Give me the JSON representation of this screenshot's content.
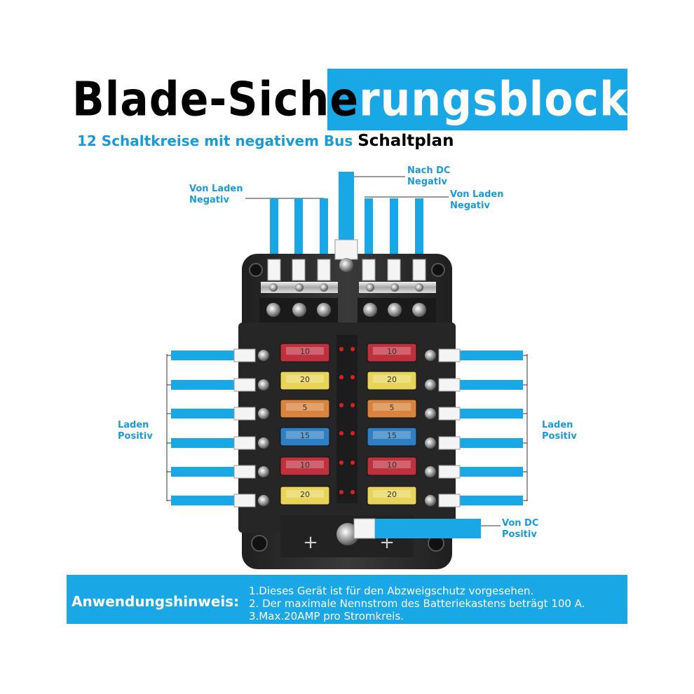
{
  "title": {
    "part1": "Blade-Siche",
    "part2": "rungsblock"
  },
  "subtitle": {
    "blue": "12 Schaltkreise mit negativem Bus",
    "black": "Schaltplan"
  },
  "labels": {
    "neg_left": [
      "Von Laden",
      "Negativ"
    ],
    "neg_dc": [
      "Nach DC",
      "Negativ"
    ],
    "neg_right": [
      "Von Laden",
      "Negativ"
    ],
    "pos_left": [
      "Laden",
      "Positiv"
    ],
    "pos_right": [
      "Laden",
      "Positiv"
    ],
    "pos_dc": [
      "Von DC",
      "Positiv"
    ]
  },
  "block": {
    "plus_symbol": "+",
    "left_fuses": [
      {
        "rating": "10",
        "color": "#c0313e"
      },
      {
        "rating": "20",
        "color": "#e9d45a"
      },
      {
        "rating": "5",
        "color": "#d9833c"
      },
      {
        "rating": "15",
        "color": "#2e7fc4"
      },
      {
        "rating": "10",
        "color": "#c0313e"
      },
      {
        "rating": "20",
        "color": "#e9d45a"
      }
    ],
    "right_fuses": [
      {
        "rating": "10",
        "color": "#c0313e"
      },
      {
        "rating": "20",
        "color": "#e9d45a"
      },
      {
        "rating": "5",
        "color": "#d9833c"
      },
      {
        "rating": "15",
        "color": "#2e7fc4"
      },
      {
        "rating": "10",
        "color": "#c0313e"
      },
      {
        "rating": "20",
        "color": "#e9d45a"
      }
    ]
  },
  "colors": {
    "accent": "#19a7e6",
    "label_blue": "#1a9ad6",
    "block_dark": "#2b2b2b",
    "led_red": "#e02020"
  },
  "notes": {
    "heading": "Anwendungshinweis:",
    "lines": [
      "1.Dieses Gerät ist für den Abzweigschutz vorgesehen.",
      "2. Der maximale Nennstrom des Batteriekastens beträgt 100 A.",
      "3.Max.20AMP pro Stromkreis."
    ]
  }
}
